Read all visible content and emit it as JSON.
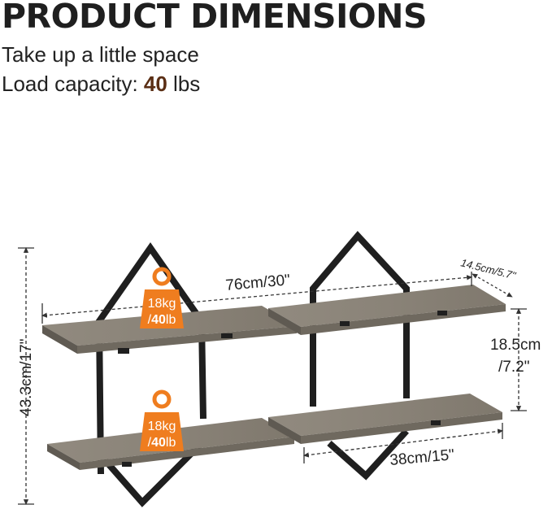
{
  "header": {
    "title": "PRODUCT DIMENSIONS",
    "subtitle": "Take up a little space",
    "load_label": "Load capacity: ",
    "load_value": "40",
    "load_unit": " lbs"
  },
  "dimensions": {
    "width": "76cm/30\"",
    "depth": "14.5cm/5.7\"",
    "height": "43.3cm/17\"",
    "spacing_line1": "18.5cm",
    "spacing_line2": "/7.2\"",
    "shelf_length": "38cm/15\""
  },
  "badges": {
    "top": {
      "kg": "18kg",
      "lb_prefix": "/",
      "lb_value": "40",
      "lb_unit": "lb"
    },
    "bottom": {
      "kg": "18kg",
      "lb_prefix": "/",
      "lb_value": "40",
      "lb_unit": "lb"
    }
  },
  "colors": {
    "badge": "#ef7d1f",
    "wood": "#8a8378",
    "wood_edge": "#6f695f",
    "frame": "#1f1f1f",
    "dim_line": "#333333",
    "accent_text": "#5a2e14"
  }
}
